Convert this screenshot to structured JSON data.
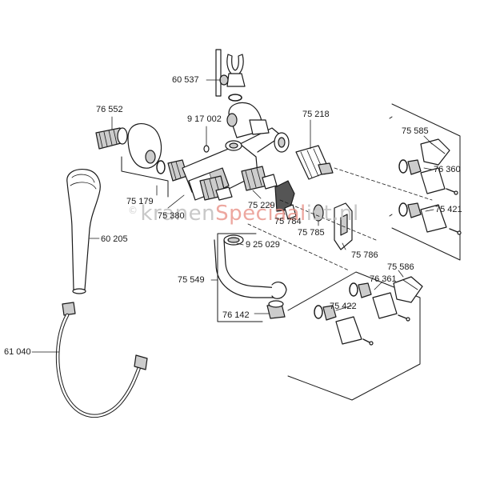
{
  "watermark": {
    "copyright": "©",
    "prefix": "kranen",
    "middle": "Speciaal",
    "suffix": "ist.nl"
  },
  "parts": {
    "p60537": "60 537",
    "p76552": "76 552",
    "p917002": "9 17 002",
    "p75218": "75 218",
    "p75585": "75 585",
    "p76360": "76 360",
    "p75421": "75 421",
    "p75179": "75 179",
    "p75380": "75 380",
    "p75229": "75 229",
    "p75784": "75 784",
    "p75785": "75 785",
    "p75786": "75 786",
    "p60205": "60 205",
    "p925029": "9 25 029",
    "p75549": "75 549",
    "p75586": "75 586",
    "p76361": "76 361",
    "p75422": "75 422",
    "p76142": "76 142",
    "p61040": "61 040"
  },
  "colors": {
    "line": "#1a1a1a",
    "fill": "#ffffff",
    "shade": "#cccccc",
    "dark": "#555555",
    "watermark_accent": "#e88a80"
  }
}
